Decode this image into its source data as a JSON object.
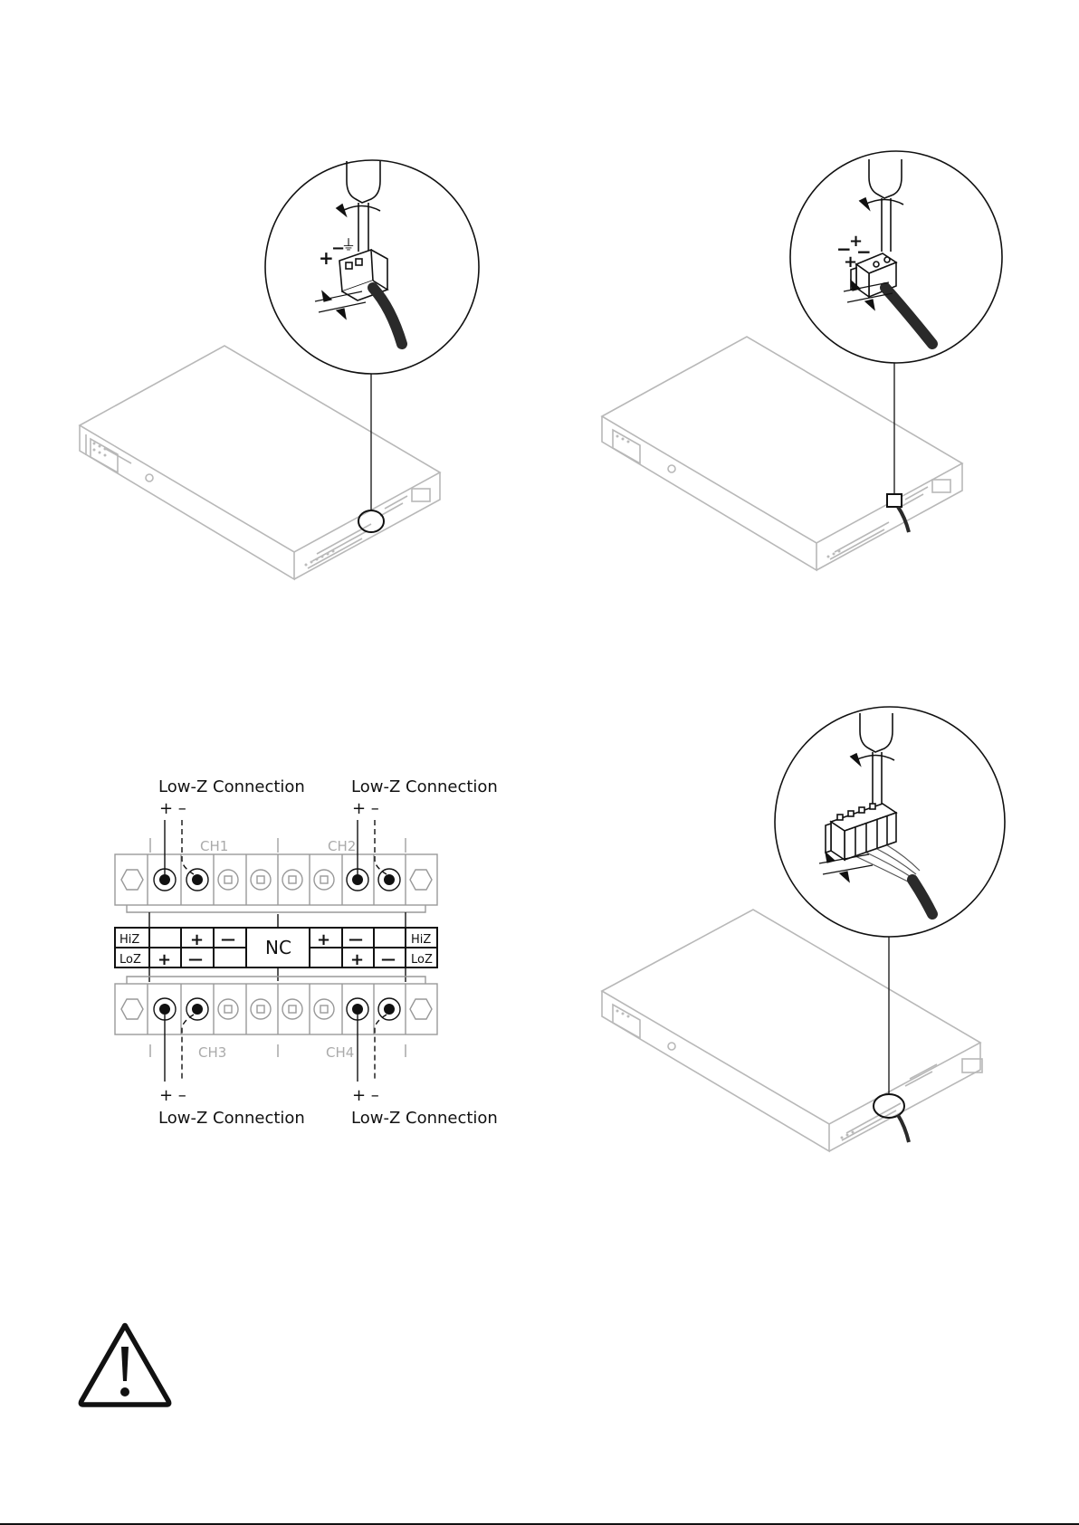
{
  "figures": {
    "connector_3pin": {
      "polarity": [
        "+",
        "−",
        "⏚"
      ]
    },
    "connector_4pin": {
      "polarity": [
        "−",
        "+",
        "+",
        "−"
      ]
    },
    "connector_8pin": {},
    "terminal_diagram": {
      "top_left_label": "Low-Z Connection",
      "top_right_label": "Low-Z Connection",
      "bottom_left_label": "Low-Z Connection",
      "bottom_right_label": "Low-Z Connection",
      "polarity_pair": "+ –",
      "channels": [
        "CH1",
        "CH2",
        "CH3",
        "CH4"
      ],
      "row_hiz": [
        "HiZ",
        "",
        "+",
        "—",
        "",
        "+",
        "—",
        "",
        "HiZ"
      ],
      "row_loz": [
        "LoZ",
        "+",
        "—",
        "",
        "",
        "",
        "+",
        "—",
        "LoZ"
      ],
      "nc": "NC"
    },
    "warning_icon": "warning-triangle-icon"
  },
  "colors": {
    "line": "#111111",
    "faint": "#b8b8b8",
    "cable": "#2a2a2a"
  }
}
